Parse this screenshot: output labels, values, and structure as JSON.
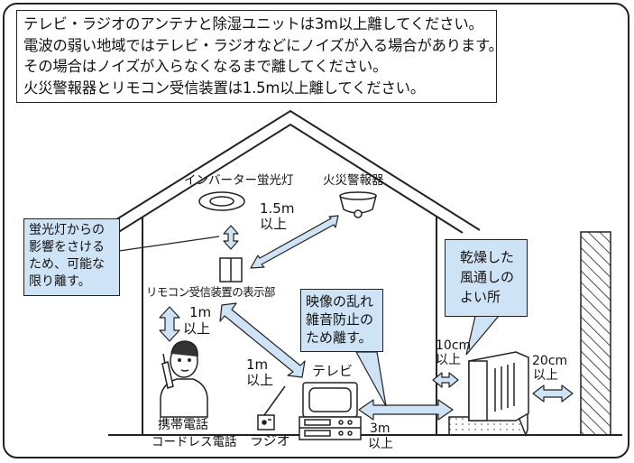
{
  "notes": [
    "テレビ・ラジオのアンテナと除湿ユニットは3m以上離してください。",
    "電波の弱い地域ではテレビ・ラジオなどにノイズが入る場合があります。",
    "その場合はノイズが入らなくなるまで離してください。",
    "火災警報器とリモコン受信装置は1.5m以上離してください。"
  ],
  "labels": {
    "inverter_light": "インバーター蛍光灯",
    "fire_alarm": "火災警報器",
    "dist_1_5m": "1.5m",
    "above_1": "以上",
    "remote_display": "リモコン受信装置の表示部",
    "dist_1m_a": "1m",
    "above_2": "以上",
    "dist_1m_b": "1m",
    "above_3": "以上",
    "tv": "テレビ",
    "radio": "ラジオ",
    "phone_1": "携帯電話",
    "phone_2": "コードレス電話",
    "dist_3m": "3m",
    "above_4": "以上",
    "dist_10cm": "10cm",
    "above_5": "以上",
    "dist_20cm": "20cm",
    "above_6": "以上"
  },
  "callouts": {
    "light": [
      "蛍光灯からの",
      "影響をさける",
      "ため、可能な",
      "限り離す。"
    ],
    "interference": [
      "映像の乱れ",
      "雑音防止の",
      "ため離す。"
    ],
    "place": [
      "乾燥した",
      "風通しの",
      "よい所"
    ]
  },
  "colors": {
    "callout_fill": "#cfe3f6",
    "arrow_fill": "#cfe3f6",
    "line": "#222222"
  }
}
